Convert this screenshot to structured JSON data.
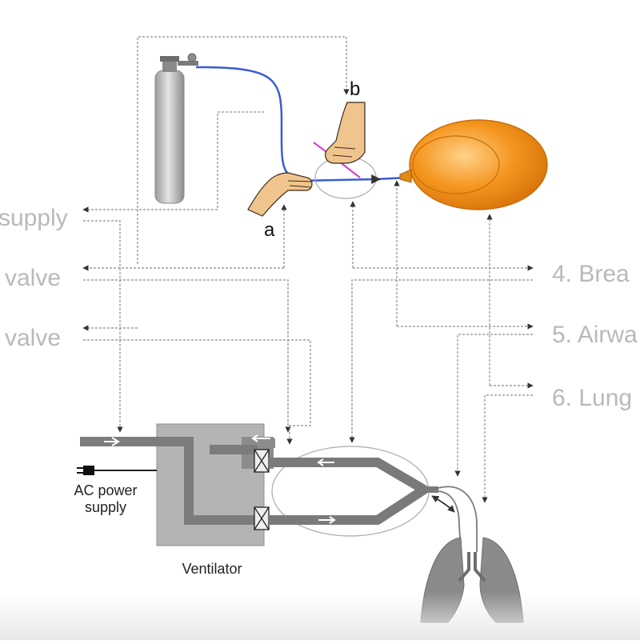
{
  "left_labels": [
    "supply",
    "valve",
    "valve"
  ],
  "right_labels": [
    "4. Brea",
    "5. Airwa",
    "6. Lung"
  ],
  "hand_labels": [
    "a",
    "b"
  ],
  "ac_power": [
    "AC power",
    "supply"
  ],
  "ventilator_label": "Ventilator",
  "colors": {
    "tube_blue": "#3b5bd6",
    "bag_orange": "#f4951e",
    "bag_outline": "#c86e08",
    "cylinder": "#b3b3b3",
    "ventilator_box": "#b4b4b4",
    "circuit": "#777777",
    "lung": "#8a8a8a",
    "connector": "#555555",
    "label_gray": "#b9b9b9"
  }
}
